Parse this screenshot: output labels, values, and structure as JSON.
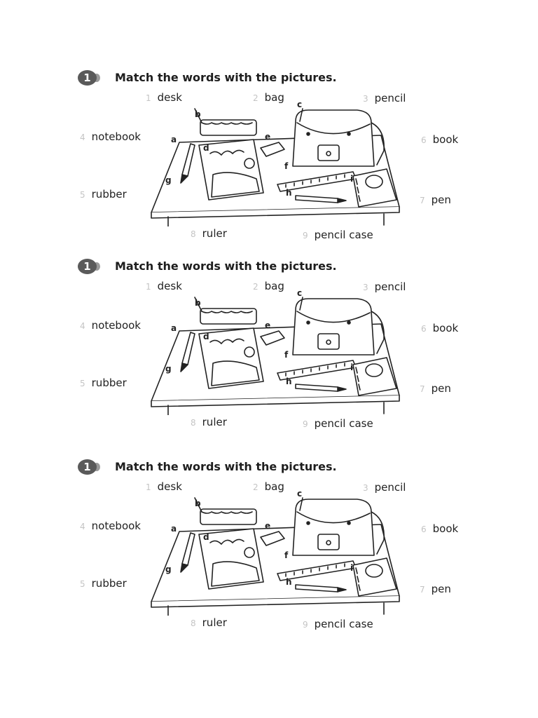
{
  "exercises": [
    {
      "number": "1",
      "title": "Match the words with the pictures.",
      "words": [
        {
          "num": "1",
          "word": "desk"
        },
        {
          "num": "2",
          "word": "bag"
        },
        {
          "num": "3",
          "word": "pencil"
        },
        {
          "num": "4",
          "word": "notebook"
        },
        {
          "num": "5",
          "word": "rubber"
        },
        {
          "num": "6",
          "word": "book"
        },
        {
          "num": "7",
          "word": "pen"
        },
        {
          "num": "8",
          "word": "ruler"
        },
        {
          "num": "9",
          "word": "pencil case"
        }
      ],
      "picture_letters": [
        "a",
        "b",
        "c",
        "d",
        "e",
        "f",
        "g",
        "h",
        "i"
      ]
    },
    {
      "number": "1",
      "title": "Match the words with the pictures.",
      "words": [
        {
          "num": "1",
          "word": "desk"
        },
        {
          "num": "2",
          "word": "bag"
        },
        {
          "num": "3",
          "word": "pencil"
        },
        {
          "num": "4",
          "word": "notebook"
        },
        {
          "num": "5",
          "word": "rubber"
        },
        {
          "num": "6",
          "word": "book"
        },
        {
          "num": "7",
          "word": "pen"
        },
        {
          "num": "8",
          "word": "ruler"
        },
        {
          "num": "9",
          "word": "pencil case"
        }
      ],
      "picture_letters": [
        "a",
        "b",
        "c",
        "d",
        "e",
        "f",
        "g",
        "h",
        "i"
      ]
    },
    {
      "number": "1",
      "title": "Match the words with the pictures.",
      "words": [
        {
          "num": "1",
          "word": "desk"
        },
        {
          "num": "2",
          "word": "bag"
        },
        {
          "num": "3",
          "word": "pencil"
        },
        {
          "num": "4",
          "word": "notebook"
        },
        {
          "num": "5",
          "word": "rubber"
        },
        {
          "num": "6",
          "word": "book"
        },
        {
          "num": "7",
          "word": "pen"
        },
        {
          "num": "8",
          "word": "ruler"
        },
        {
          "num": "9",
          "word": "pencil case"
        }
      ],
      "picture_letters": [
        "a",
        "b",
        "c",
        "d",
        "e",
        "f",
        "g",
        "h",
        "i"
      ]
    }
  ]
}
